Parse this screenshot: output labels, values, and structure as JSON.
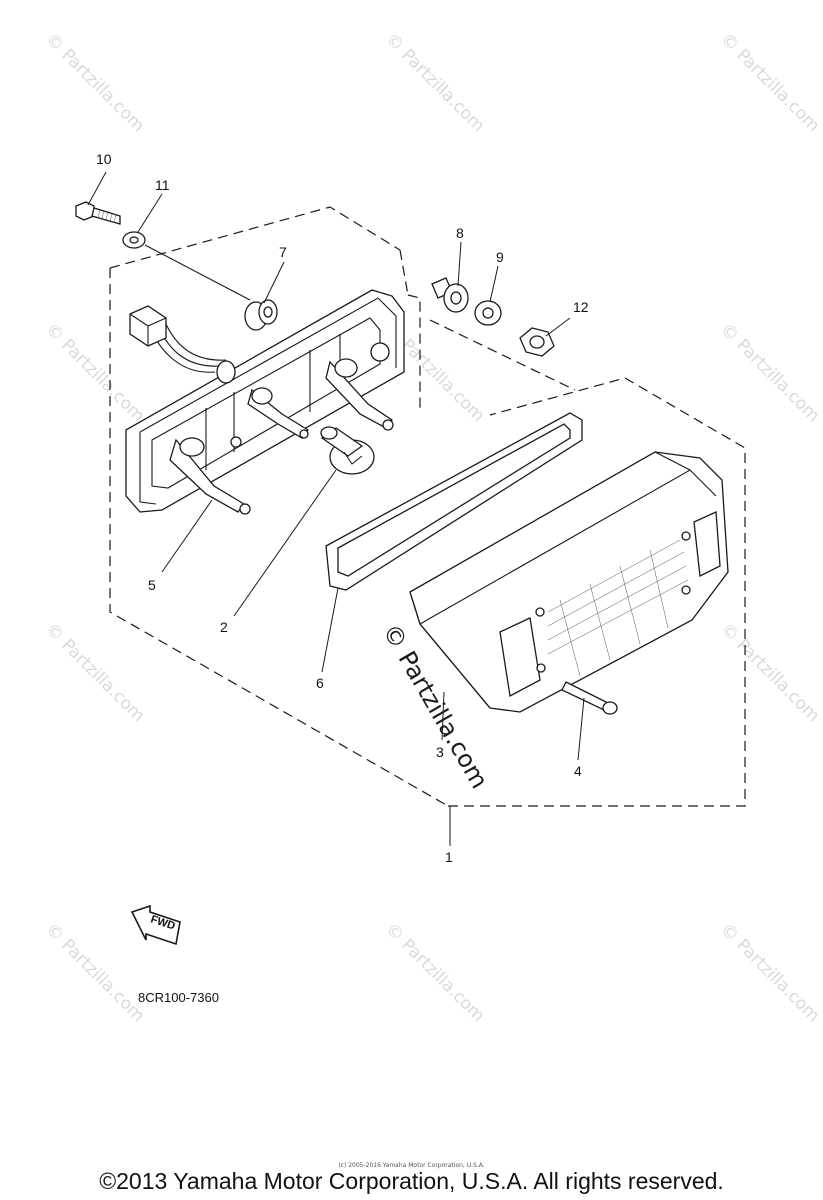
{
  "diagram": {
    "callouts": {
      "c1": "1",
      "c2": "2",
      "c3": "3",
      "c4": "4",
      "c5": "5",
      "c6": "6",
      "c7": "7",
      "c8": "8",
      "c9": "9",
      "c10": "10",
      "c11": "11",
      "c12": "12"
    },
    "fwd_label": "FWD",
    "code": "8CR100-7360",
    "watermark": "© Partzilla.com"
  },
  "footer": {
    "small_text": "(c) 2005-2016 Yamaha Motor Corporation, U.S.A.",
    "copyright": "©2013 Yamaha Motor Corporation, U.S.A. All rights reserved."
  }
}
